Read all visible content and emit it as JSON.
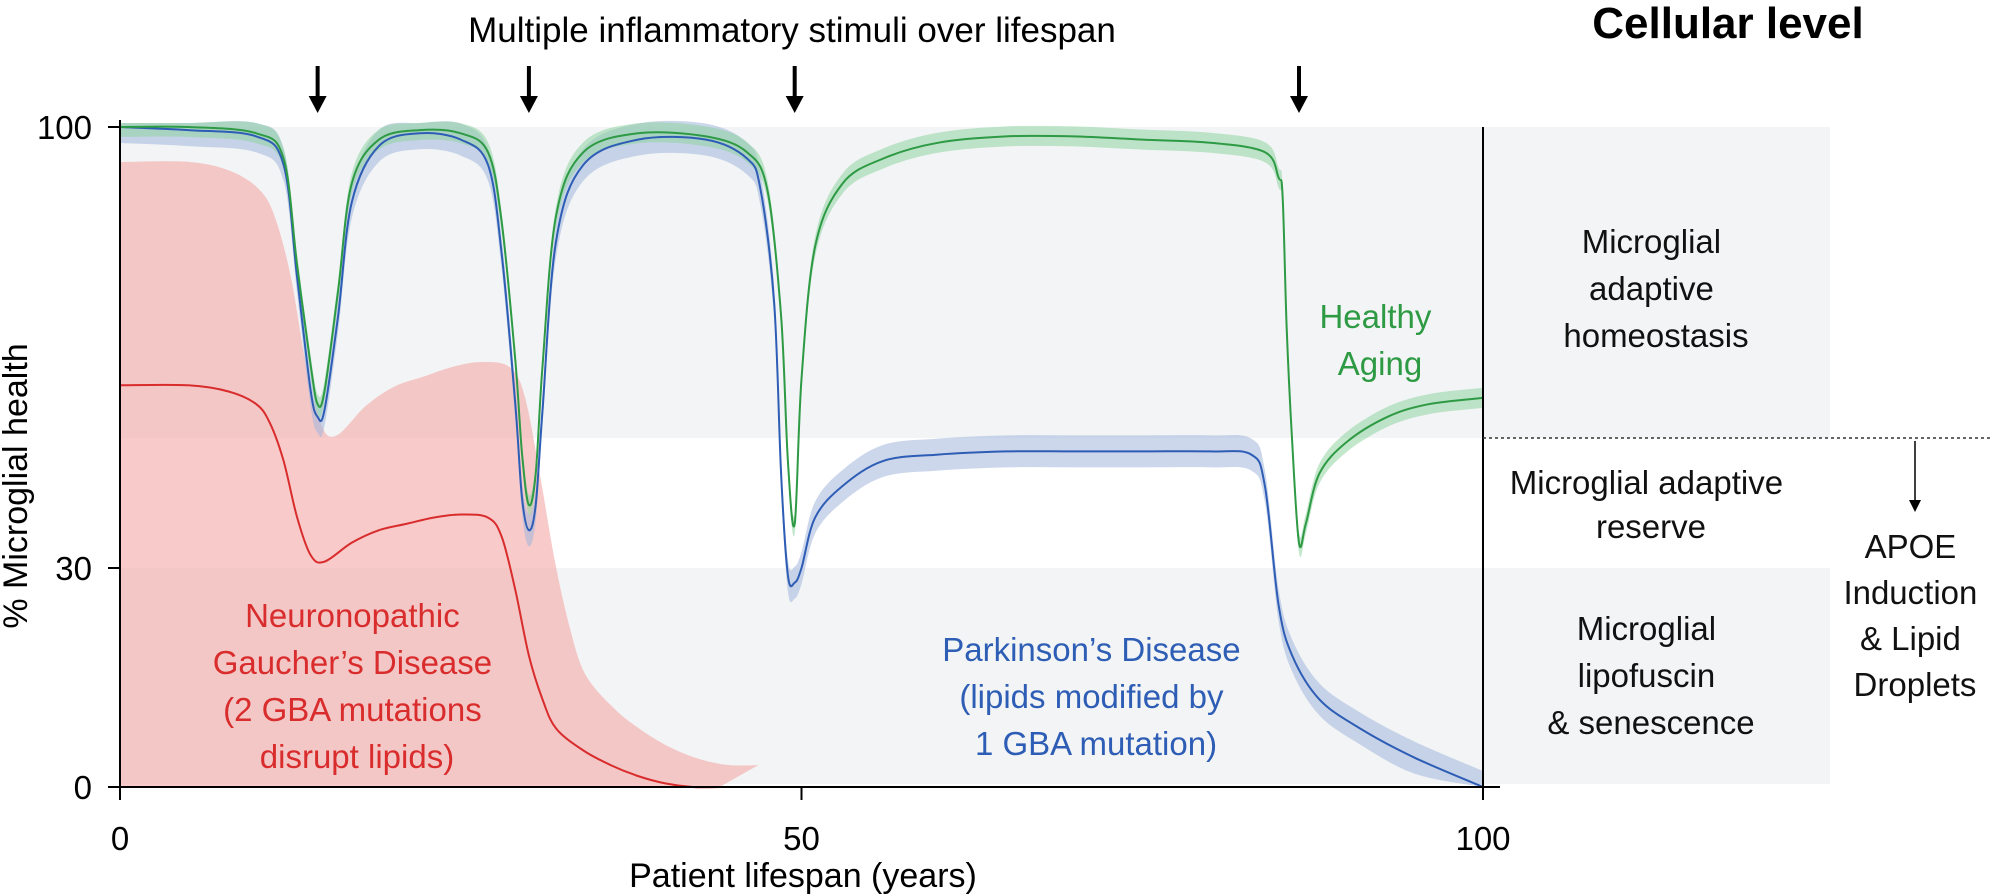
{
  "chart_data": {
    "type": "line",
    "title": "Multiple inflammatory stimuli over lifespan",
    "panel_title": "Cellular level",
    "xlabel": "Patient lifespan (years)",
    "ylabel": "% Microglial health",
    "xlim": [
      0,
      100
    ],
    "ylim": [
      0,
      100
    ],
    "xticks": [
      "0",
      "50",
      "100"
    ],
    "yticks": [
      "0",
      "30",
      "100"
    ],
    "stimuli_years": [
      14.5,
      30,
      49.5,
      86.5
    ],
    "grid": false,
    "zones": [
      {
        "name": "homeostasis",
        "label_lines": [
          "Microglial",
          "adaptive",
          "homeostasis"
        ],
        "range": [
          53,
          100
        ]
      },
      {
        "name": "reserve",
        "label_lines": [
          "Microglial adaptive",
          "reserve"
        ],
        "range": [
          33,
          53
        ]
      },
      {
        "name": "lipofuscin",
        "label_lines": [
          "Microglial",
          "lipofuscin",
          "& senescence"
        ],
        "range": [
          0,
          33
        ]
      }
    ],
    "side_annotation_lines": [
      "APOE",
      "Induction",
      "& Lipid",
      "Droplets"
    ],
    "series": [
      {
        "name": "Healthy Aging",
        "label_lines": [
          "Healthy",
          "Aging"
        ],
        "color": "#2e9a44",
        "band_color": "#8fd3a0",
        "x": [
          0,
          5,
          10,
          12,
          13,
          14,
          14.5,
          15,
          16,
          17,
          19,
          22,
          25,
          27,
          28,
          29,
          29.5,
          30,
          30.5,
          31,
          32,
          34,
          38,
          43,
          46,
          47.5,
          48.5,
          49,
          49.5,
          50,
          51,
          53,
          56,
          60,
          65,
          70,
          75,
          80,
          84,
          85,
          85.3,
          85.6,
          86,
          86.5,
          87,
          88,
          90,
          93,
          96,
          100
        ],
        "y": [
          100,
          100,
          99,
          95,
          78,
          62,
          56,
          58,
          74,
          91,
          98,
          99.5,
          99,
          96,
          85,
          63,
          48,
          40,
          45,
          62,
          86,
          96,
          99,
          98.5,
          96,
          90,
          70,
          47,
          37,
          60,
          81,
          91,
          95,
          97.5,
          98.5,
          98.5,
          98,
          97.5,
          96,
          92,
          89,
          68,
          50,
          34,
          37,
          45,
          50,
          54,
          56,
          57
        ]
      },
      {
        "name": "Parkinson's Disease",
        "label_lines": [
          "Parkinson’s Disease",
          "(lipids modified by",
          "1 GBA mutation)"
        ],
        "color": "#2e5db5",
        "band_color": "#a3b7dc",
        "x": [
          0,
          5,
          10,
          12,
          13,
          14,
          14.5,
          15,
          16,
          17,
          19,
          22,
          25,
          27,
          28,
          29,
          29.5,
          30,
          30.5,
          31,
          32,
          34,
          38,
          43,
          46,
          47,
          48,
          48.5,
          49,
          49.5,
          50,
          51,
          53,
          56,
          60,
          65,
          70,
          75,
          80,
          83,
          84,
          85,
          86,
          88,
          91,
          95,
          100
        ],
        "y": [
          100,
          99.5,
          98.5,
          94,
          76,
          58,
          54,
          55,
          70,
          88,
          97,
          99,
          98,
          94,
          80,
          56,
          41,
          36,
          40,
          55,
          82,
          94,
          98,
          98,
          95,
          90,
          72,
          45,
          29,
          28,
          30,
          38,
          43,
          47,
          48,
          48.5,
          48.5,
          48.5,
          48.5,
          48,
          43,
          25,
          18,
          12,
          8,
          4,
          0
        ]
      },
      {
        "name": "Neuronopathic Gaucher's Disease",
        "label_lines": [
          "Neuronopathic",
          "Gaucher’s Disease",
          "(2 GBA mutations",
          "disrupt lipids)"
        ],
        "color": "#d92c2c",
        "band_color": "#f5b3b3",
        "x": [
          0,
          5,
          8,
          10,
          11,
          12,
          13,
          14,
          15,
          17,
          19,
          21,
          23,
          25,
          27,
          28,
          29,
          30,
          31,
          32,
          34,
          36,
          38,
          40,
          42,
          44
        ],
        "y": [
          59,
          59,
          58,
          56,
          53,
          47,
          38,
          32,
          31,
          34,
          36,
          37,
          38,
          38.5,
          38,
          35,
          27,
          18,
          12,
          8,
          5,
          3,
          1.5,
          0.5,
          0,
          0
        ]
      }
    ]
  }
}
